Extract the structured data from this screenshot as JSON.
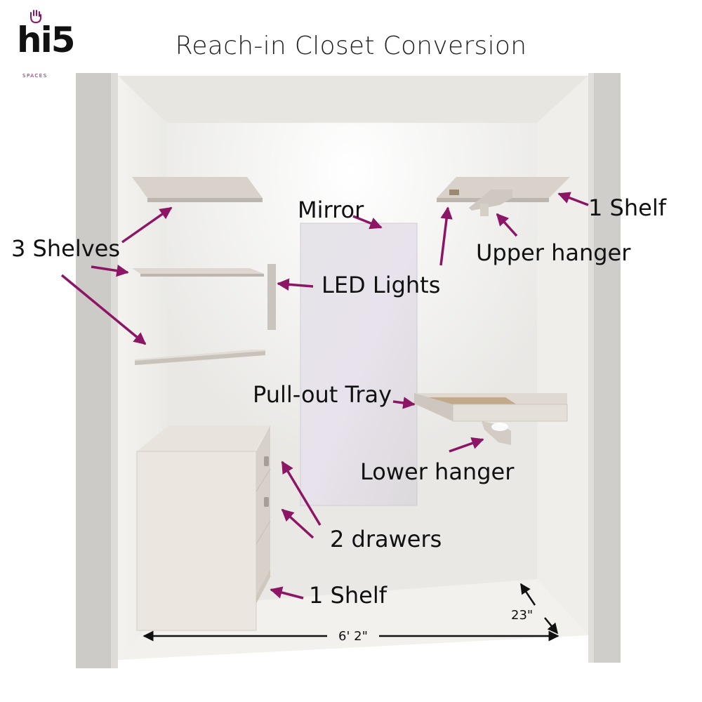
{
  "header": {
    "title": "Reach-in Closet Conversion"
  },
  "brand": {
    "logo_text": "hi5",
    "logo_sub": "SPACES",
    "accent_color": "#8d1566",
    "icon": "hand-icon"
  },
  "labels": {
    "shelves_left": "3 Shelves",
    "mirror": "Mirror",
    "led_lights": "LED Lights",
    "shelf_top_right": "1 Shelf",
    "upper_hanger": "Upper hanger",
    "pullout_tray": "Pull-out Tray",
    "lower_hanger": "Lower hanger",
    "drawers": "2 drawers",
    "shelf_bottom": "1 Shelf"
  },
  "dimensions": {
    "width": "6' 2\"",
    "depth": "23\""
  },
  "colors": {
    "arrow": "#8d1566",
    "wall": "#ecebe8",
    "wood": "#e6e0da",
    "mirror": "#e2dfe6"
  }
}
